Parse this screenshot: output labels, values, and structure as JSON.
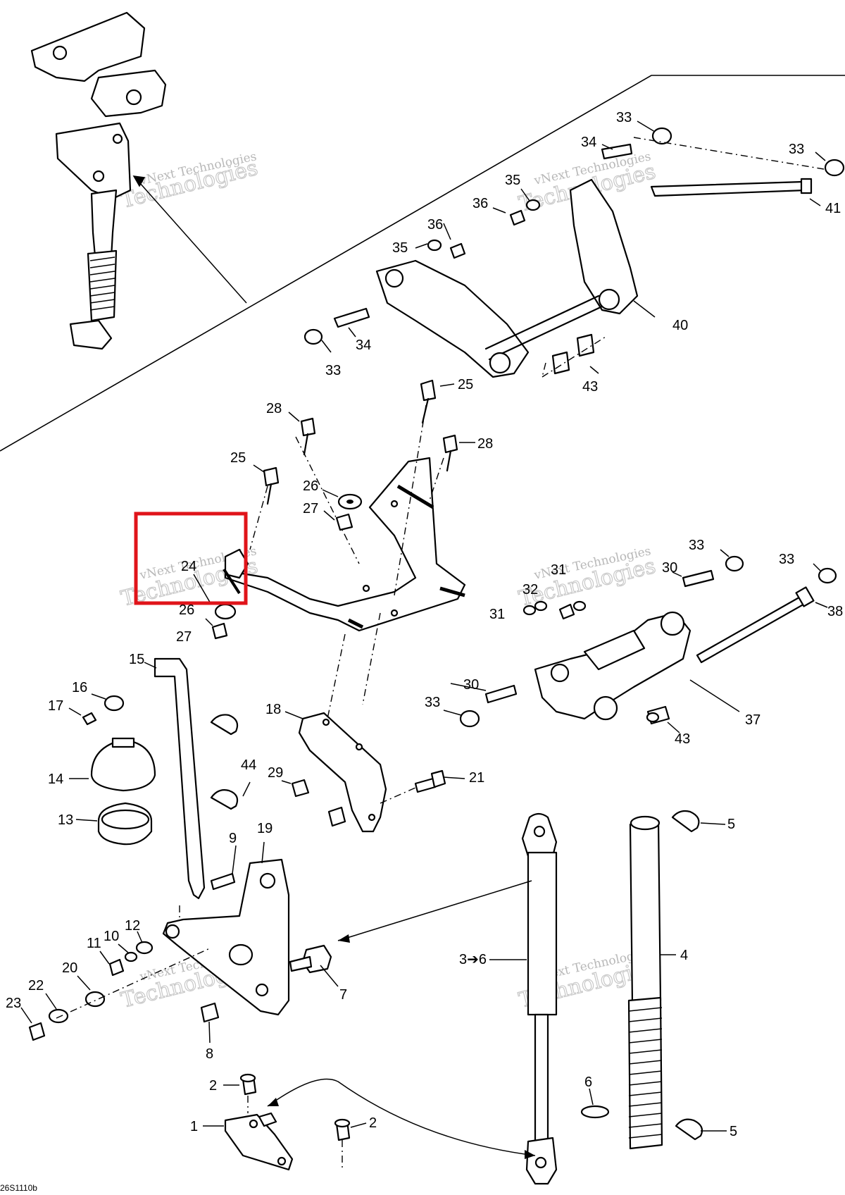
{
  "drawing_code": "26S1110b",
  "watermark": {
    "line1": "vNext Technologies",
    "line2": "Technologies",
    "line3": "vNext"
  },
  "highlight": {
    "color": "#e0141a",
    "part_numbers": [
      "24",
      "26"
    ]
  },
  "callouts": [
    {
      "id": "c33a",
      "text": "33"
    },
    {
      "id": "c34a",
      "text": "34"
    },
    {
      "id": "c33b",
      "text": "33"
    },
    {
      "id": "c35a",
      "text": "35"
    },
    {
      "id": "c36a",
      "text": "36"
    },
    {
      "id": "c41",
      "text": "41"
    },
    {
      "id": "c36b",
      "text": "36"
    },
    {
      "id": "c35b",
      "text": "35"
    },
    {
      "id": "c40",
      "text": "40"
    },
    {
      "id": "c34b",
      "text": "34"
    },
    {
      "id": "c33c",
      "text": "33"
    },
    {
      "id": "c43a",
      "text": "43"
    },
    {
      "id": "c25a",
      "text": "25"
    },
    {
      "id": "c28a",
      "text": "28"
    },
    {
      "id": "c28b",
      "text": "28"
    },
    {
      "id": "c25b",
      "text": "25"
    },
    {
      "id": "c26a",
      "text": "26"
    },
    {
      "id": "c27a",
      "text": "27"
    },
    {
      "id": "c24",
      "text": "24"
    },
    {
      "id": "c26b",
      "text": "26"
    },
    {
      "id": "c27b",
      "text": "27"
    },
    {
      "id": "c33d",
      "text": "33"
    },
    {
      "id": "c31a",
      "text": "31"
    },
    {
      "id": "c30a",
      "text": "30"
    },
    {
      "id": "c33e",
      "text": "33"
    },
    {
      "id": "c32",
      "text": "32"
    },
    {
      "id": "c31b",
      "text": "31"
    },
    {
      "id": "c38",
      "text": "38"
    },
    {
      "id": "c30b",
      "text": "30"
    },
    {
      "id": "c33f",
      "text": "33"
    },
    {
      "id": "c37",
      "text": "37"
    },
    {
      "id": "c43b",
      "text": "43"
    },
    {
      "id": "c15",
      "text": "15"
    },
    {
      "id": "c16",
      "text": "16"
    },
    {
      "id": "c17",
      "text": "17"
    },
    {
      "id": "c14",
      "text": "14"
    },
    {
      "id": "c13",
      "text": "13"
    },
    {
      "id": "c18",
      "text": "18"
    },
    {
      "id": "c44",
      "text": "44"
    },
    {
      "id": "c29",
      "text": "29"
    },
    {
      "id": "c21",
      "text": "21"
    },
    {
      "id": "c5a",
      "text": "5"
    },
    {
      "id": "c9",
      "text": "9"
    },
    {
      "id": "c19",
      "text": "19"
    },
    {
      "id": "c12",
      "text": "12"
    },
    {
      "id": "c10",
      "text": "10"
    },
    {
      "id": "c11",
      "text": "11"
    },
    {
      "id": "c20",
      "text": "20"
    },
    {
      "id": "c22",
      "text": "22"
    },
    {
      "id": "c23",
      "text": "23"
    },
    {
      "id": "c7",
      "text": "7"
    },
    {
      "id": "c8",
      "text": "8"
    },
    {
      "id": "c36",
      "text": "3➔6"
    },
    {
      "id": "c4",
      "text": "4"
    },
    {
      "id": "c2a",
      "text": "2"
    },
    {
      "id": "c6",
      "text": "6"
    },
    {
      "id": "c1",
      "text": "1"
    },
    {
      "id": "c2b",
      "text": "2"
    },
    {
      "id": "c5b",
      "text": "5"
    }
  ]
}
